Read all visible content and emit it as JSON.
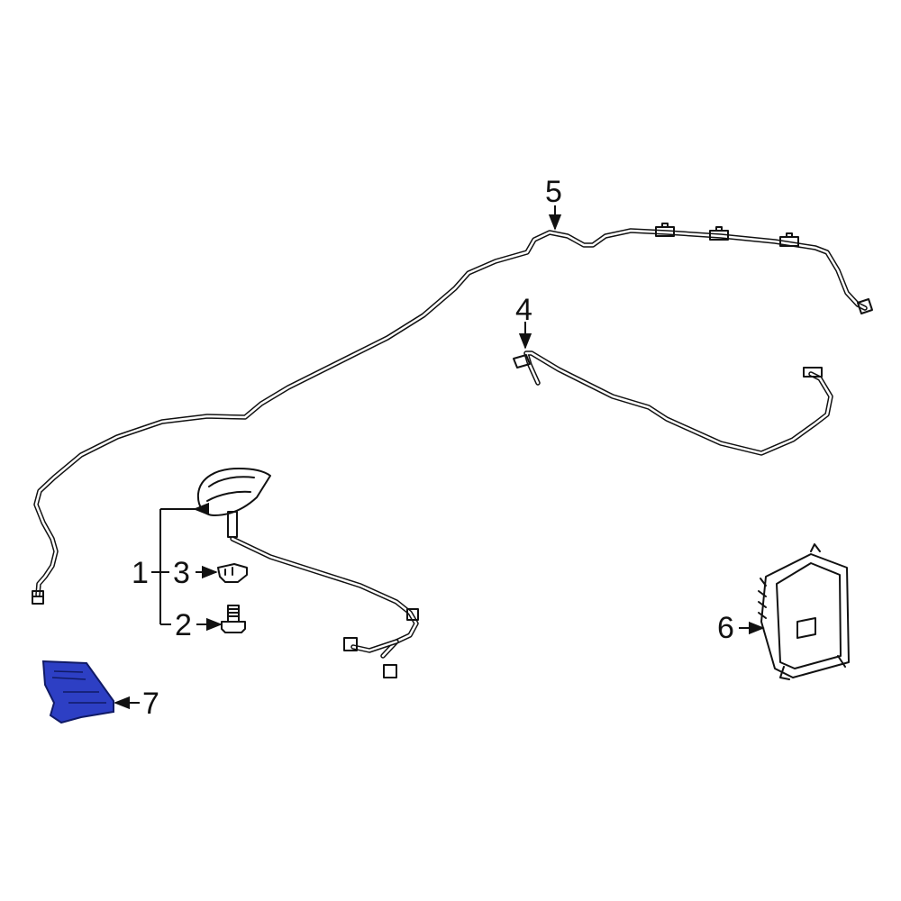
{
  "callouts": [
    {
      "id": "1",
      "label": "1"
    },
    {
      "id": "2",
      "label": "2"
    },
    {
      "id": "3",
      "label": "3"
    },
    {
      "id": "4",
      "label": "4"
    },
    {
      "id": "5",
      "label": "5"
    },
    {
      "id": "6",
      "label": "6"
    },
    {
      "id": "7",
      "label": "7"
    }
  ],
  "colors": {
    "line": "#111111",
    "highlight_fill": "#2d3fc4",
    "highlight_stroke": "#101a66",
    "background": "#ffffff"
  }
}
